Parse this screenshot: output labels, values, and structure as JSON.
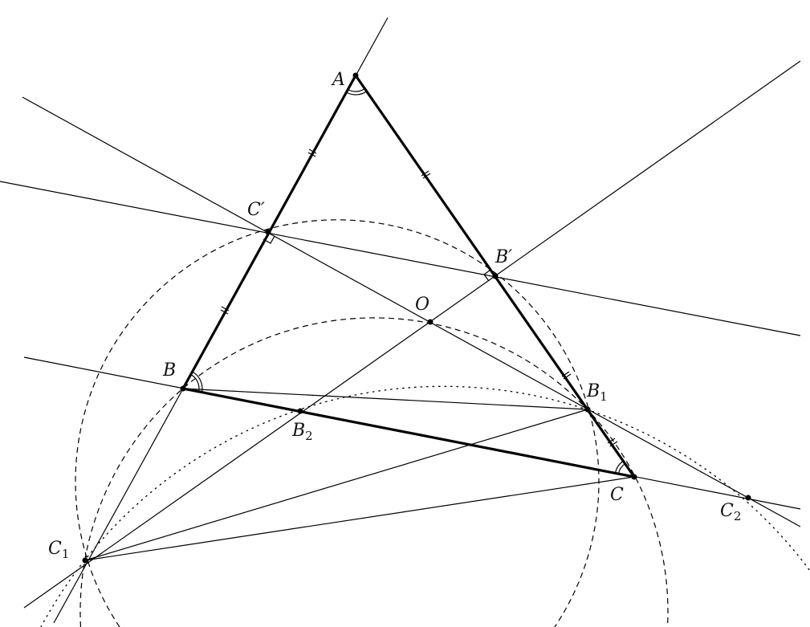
{
  "diagram": {
    "points": {
      "A": {
        "name": "A"
      },
      "B": {
        "name": "B"
      },
      "C": {
        "name": "C"
      },
      "C_prime": {
        "name": "C′"
      },
      "B_prime": {
        "name": "B′"
      },
      "O": {
        "name": "O"
      },
      "B1": {
        "name": "B",
        "sub": "1"
      },
      "B2": {
        "name": "B",
        "sub": "2"
      },
      "C1": {
        "name": "C",
        "sub": "1"
      },
      "C2": {
        "name": "C",
        "sub": "2"
      }
    }
  }
}
